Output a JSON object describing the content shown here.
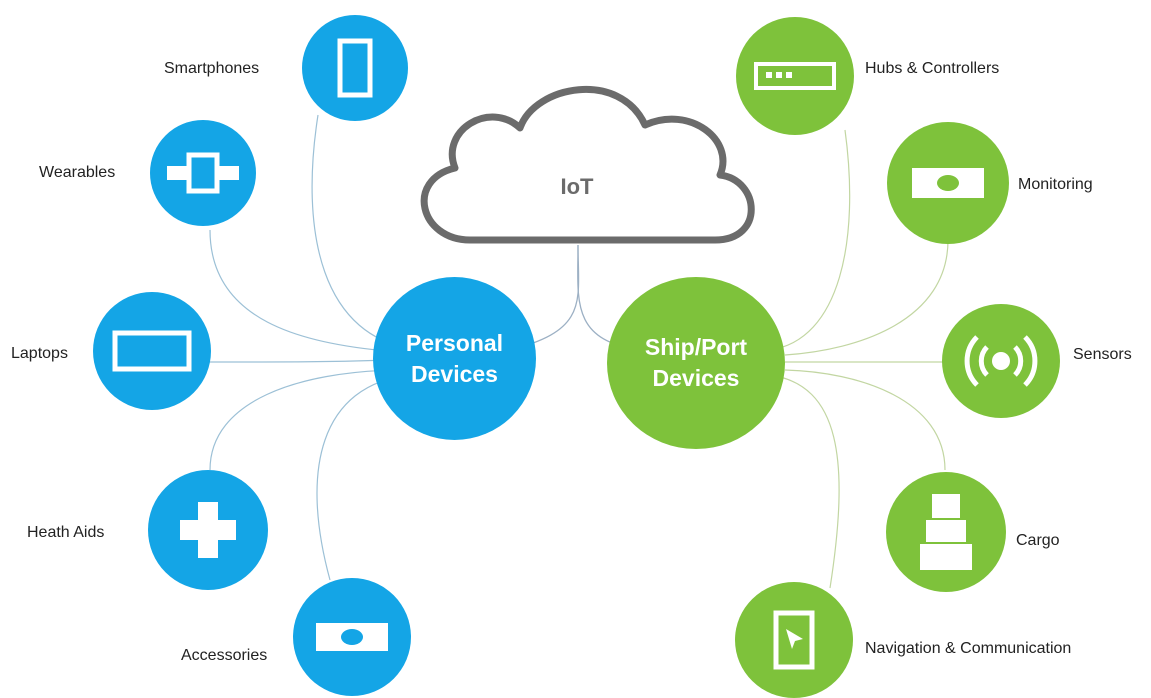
{
  "cloud": {
    "label": "IoT"
  },
  "personal": {
    "title_line1": "Personal",
    "title_line2": "Devices",
    "color": "#14a5e6",
    "items": [
      {
        "label": "Smartphones",
        "icon": "smartphone-icon"
      },
      {
        "label": "Wearables",
        "icon": "wearable-band-icon"
      },
      {
        "label": "Laptops",
        "icon": "laptop-icon"
      },
      {
        "label": "Heath Aids",
        "icon": "plus-cross-icon"
      },
      {
        "label": "Accessories",
        "icon": "card-accessory-icon"
      }
    ]
  },
  "ship": {
    "title_line1": "Ship/Port",
    "title_line2": "Devices",
    "color": "#7ec23b",
    "items": [
      {
        "label": "Hubs & Controllers",
        "icon": "hub-controller-icon"
      },
      {
        "label": "Monitoring",
        "icon": "monitor-icon"
      },
      {
        "label": "Sensors",
        "icon": "sensor-signal-icon"
      },
      {
        "label": "Cargo",
        "icon": "cargo-boxes-icon"
      },
      {
        "label": "Navigation & Communication",
        "icon": "navigation-tablet-icon"
      }
    ]
  }
}
